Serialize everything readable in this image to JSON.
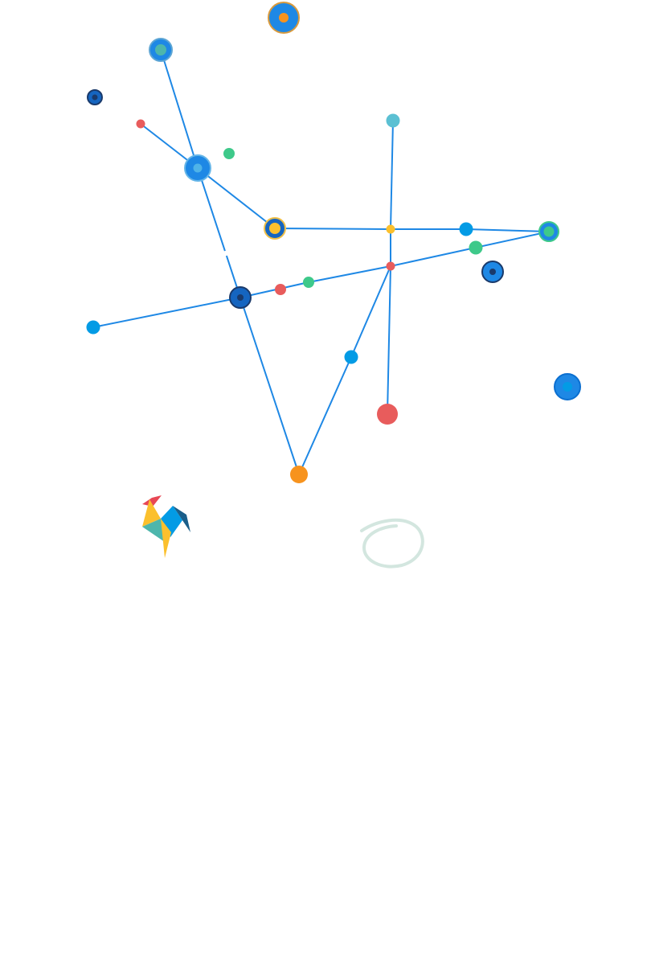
{
  "colors": {
    "edge": "#1e88e5",
    "blue": "#1e88e5",
    "sky": "#039be5",
    "navy": "#1a3a6b",
    "dark_blue": "#1565c0",
    "teal": "#4db6ac",
    "cyan": "#5bc0d3",
    "green": "#3ec98a",
    "red": "#e85c5c",
    "yellow": "#fbc02d",
    "orange": "#f7931e",
    "white": "#ffffff"
  },
  "graph": {
    "nodes": [
      {
        "id": "n-top-orange",
        "style": "ring",
        "fill": "#1e88e5",
        "ring": "#d99a3d",
        "center": "#f7931e"
      },
      {
        "id": "n-teal-top-left",
        "style": "ring",
        "fill": "#1e88e5",
        "ring": "#5fa6d4",
        "center": "#4db6ac"
      },
      {
        "id": "n-small-navy",
        "style": "ring",
        "fill": "#1565c0",
        "ring": "#1a3a6b",
        "center": "#1a3a6b"
      },
      {
        "id": "n-red-small",
        "style": "dot",
        "fill": "#e85c5c"
      },
      {
        "id": "n-green-floating",
        "style": "dot",
        "fill": "#3ec98a"
      },
      {
        "id": "n-hub-blue",
        "style": "ring",
        "fill": "#1e88e5",
        "ring": "#66b6e8",
        "center": "#4fb3e8"
      },
      {
        "id": "n-yellow-ring",
        "style": "ring",
        "fill": "#1565c0",
        "ring": "#f0c048",
        "center": "#fbc02d"
      },
      {
        "id": "n-cyan-top",
        "style": "dot",
        "fill": "#5bc0d3"
      },
      {
        "id": "n-yellow-junction",
        "style": "dot",
        "fill": "#fbc02d"
      },
      {
        "id": "n-sky-right",
        "style": "dot",
        "fill": "#039be5"
      },
      {
        "id": "n-green-ring-right",
        "style": "ring",
        "fill": "#1e88e5",
        "ring": "#3ec98a",
        "center": "#3ec98a"
      },
      {
        "id": "n-green-mid-right",
        "style": "dot",
        "fill": "#3ec98a"
      },
      {
        "id": "n-navy-ring-right",
        "style": "ring",
        "fill": "#1e88e5",
        "ring": "#1a3a6b",
        "center": "#1a3a6b"
      },
      {
        "id": "n-red-junction",
        "style": "dot",
        "fill": "#e85c5c"
      },
      {
        "id": "n-green-mid",
        "style": "dot",
        "fill": "#3ec98a"
      },
      {
        "id": "n-red-mid",
        "style": "dot",
        "fill": "#e85c5c"
      },
      {
        "id": "n-navy-hub",
        "style": "ring",
        "fill": "#1565c0",
        "ring": "#1a3a6b",
        "center": "#1a3a6b"
      },
      {
        "id": "n-sky-left",
        "style": "dot",
        "fill": "#039be5"
      },
      {
        "id": "n-sky-lower",
        "style": "dot",
        "fill": "#039be5"
      },
      {
        "id": "n-red-large",
        "style": "dot",
        "fill": "#e85c5c"
      },
      {
        "id": "n-orange-bottom",
        "style": "dot",
        "fill": "#f7931e"
      },
      {
        "id": "n-sky-ring-far-right",
        "style": "ring",
        "fill": "#1e88e5",
        "ring": "#0b6fd0",
        "center": "#039be5"
      }
    ],
    "edges": [
      [
        "n-teal-top-left",
        "n-hub-blue"
      ],
      [
        "n-red-small",
        "n-hub-blue"
      ],
      [
        "n-hub-blue",
        "n-yellow-ring"
      ],
      [
        "n-hub-blue",
        "n-navy-hub"
      ],
      [
        "n-yellow-ring",
        "n-yellow-junction"
      ],
      [
        "n-yellow-junction",
        "n-sky-right"
      ],
      [
        "n-sky-right",
        "n-green-ring-right"
      ],
      [
        "n-cyan-top",
        "n-yellow-junction"
      ],
      [
        "n-yellow-junction",
        "n-red-junction"
      ],
      [
        "n-red-junction",
        "n-red-large"
      ],
      [
        "n-green-ring-right",
        "n-red-junction"
      ],
      [
        "n-red-junction",
        "n-green-mid"
      ],
      [
        "n-green-mid",
        "n-navy-hub"
      ],
      [
        "n-navy-hub",
        "n-sky-left"
      ],
      [
        "n-navy-hub",
        "n-orange-bottom"
      ],
      [
        "n-red-junction",
        "n-sky-lower"
      ],
      [
        "n-sky-lower",
        "n-orange-bottom"
      ]
    ]
  },
  "decorations": {
    "rooster_logo": {
      "colors": [
        "#fbc02d",
        "#039be5",
        "#1a5e8a",
        "#4db6ac",
        "#e84855"
      ]
    },
    "loop_scribble": {
      "color": "#d3e6df"
    }
  }
}
